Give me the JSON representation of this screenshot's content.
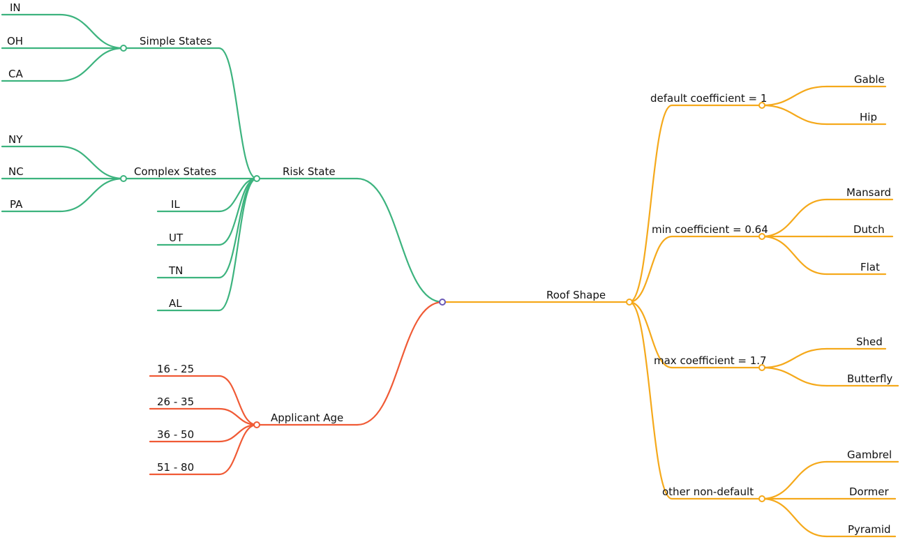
{
  "colors": {
    "risk_state": "#3cb37e",
    "applicant_age": "#f05a35",
    "roof_shape": "#f5a91b",
    "root": "#6a58b6"
  },
  "root": {
    "children": [
      {
        "id": "risk-state",
        "label": "Risk State",
        "branch": "risk_state",
        "children": [
          {
            "id": "simple-states",
            "label": "Simple States",
            "children": [
              {
                "id": "in",
                "label": "IN"
              },
              {
                "id": "oh",
                "label": "OH"
              },
              {
                "id": "ca",
                "label": "CA"
              }
            ]
          },
          {
            "id": "complex-states",
            "label": "Complex States",
            "children": [
              {
                "id": "ny",
                "label": "NY"
              },
              {
                "id": "nc",
                "label": "NC"
              },
              {
                "id": "pa",
                "label": "PA"
              }
            ]
          },
          {
            "id": "il",
            "label": "IL"
          },
          {
            "id": "ut",
            "label": "UT"
          },
          {
            "id": "tn",
            "label": "TN"
          },
          {
            "id": "al",
            "label": "AL"
          }
        ]
      },
      {
        "id": "applicant-age",
        "label": "Applicant Age",
        "branch": "applicant_age",
        "children": [
          {
            "id": "age-16-25",
            "label": "16 - 25"
          },
          {
            "id": "age-26-35",
            "label": "26 - 35"
          },
          {
            "id": "age-36-50",
            "label": "36 - 50"
          },
          {
            "id": "age-51-80",
            "label": "51 - 80"
          }
        ]
      },
      {
        "id": "roof-shape",
        "label": "Roof Shape",
        "branch": "roof_shape",
        "children": [
          {
            "id": "default-coefficient",
            "label": "default coefficient = 1",
            "children": [
              {
                "id": "gable",
                "label": "Gable"
              },
              {
                "id": "hip",
                "label": "Hip"
              }
            ]
          },
          {
            "id": "min-coefficient",
            "label": "min coefficient = 0.64",
            "children": [
              {
                "id": "mansard",
                "label": "Mansard"
              },
              {
                "id": "dutch",
                "label": "Dutch"
              },
              {
                "id": "flat",
                "label": "Flat"
              }
            ]
          },
          {
            "id": "max-coefficient",
            "label": "max coefficient = 1.7",
            "children": [
              {
                "id": "shed",
                "label": "Shed"
              },
              {
                "id": "butterfly",
                "label": "Butterfly"
              }
            ]
          },
          {
            "id": "other-non-default",
            "label": "other non-default",
            "children": [
              {
                "id": "gambrel",
                "label": "Gambrel"
              },
              {
                "id": "dormer",
                "label": "Dormer"
              },
              {
                "id": "pyramid",
                "label": "Pyramid"
              }
            ]
          }
        ]
      }
    ]
  }
}
